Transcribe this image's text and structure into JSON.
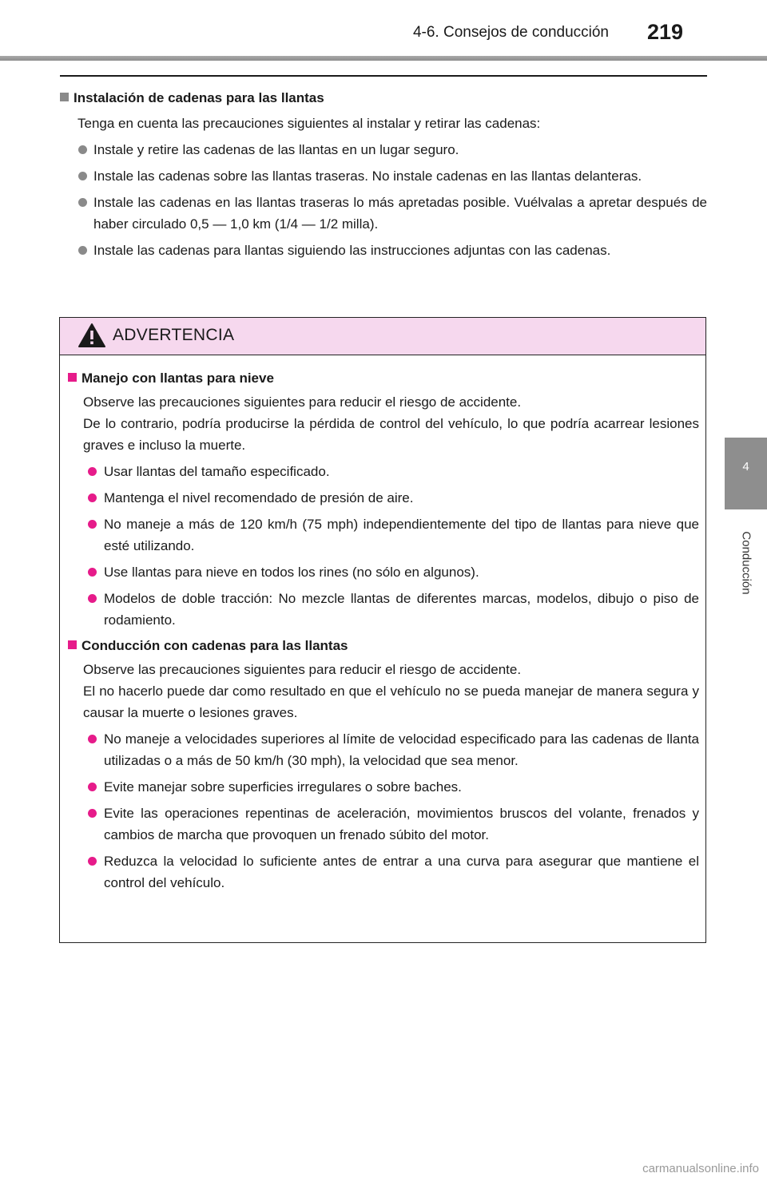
{
  "header": {
    "section": "4-6. Consejos de conducción",
    "page_number": "219"
  },
  "side_tab": {
    "number": "4",
    "label": "Conducción"
  },
  "chains_section": {
    "title": "Instalación de cadenas para las llantas",
    "intro": "Tenga en cuenta las precauciones siguientes al instalar y retirar las cadenas:",
    "bullets": [
      "Instale y retire las cadenas de las llantas en un lugar seguro.",
      "Instale las cadenas sobre las llantas traseras. No instale cadenas en las llantas delanteras.",
      "Instale las cadenas en las llantas traseras lo más apretadas posible. Vuélvalas a apretar después de haber circulado 0,5 — 1,0 km (1/4 — 1/2 milla).",
      "Instale las cadenas para llantas siguiendo las instrucciones adjuntas con las cadenas."
    ]
  },
  "warning": {
    "title": "ADVERTENCIA",
    "snow_tires": {
      "title": "Manejo con llantas para nieve",
      "intro_1": "Observe las precauciones siguientes para reducir el riesgo de accidente.",
      "intro_2": "De lo contrario, podría producirse la pérdida de control del vehículo, lo que podría acarrear lesiones graves e incluso la muerte.",
      "bullets": [
        "Usar llantas del tamaño especificado.",
        "Mantenga el nivel recomendado de presión de aire.",
        "No maneje a más de 120 km/h (75 mph) independientemente del tipo de llantas para nieve que esté utilizando.",
        "Use llantas para nieve en todos los rines (no sólo en algunos).",
        "Modelos de doble tracción: No mezcle llantas de diferentes marcas, modelos, dibujo o piso de rodamiento."
      ]
    },
    "chains_driving": {
      "title": "Conducción con cadenas para las llantas",
      "intro_1": "Observe las precauciones siguientes para reducir el riesgo de accidente.",
      "intro_2": "El no hacerlo puede dar como resultado en que el vehículo no se pueda manejar de manera segura y causar la muerte o lesiones graves.",
      "bullets": [
        "No maneje a velocidades superiores al límite de velocidad especificado para las cadenas de llanta utilizadas o a más de 50 km/h (30 mph), la velocidad que sea menor.",
        "Evite manejar sobre superficies irregulares o sobre baches.",
        "Evite las operaciones repentinas de aceleración, movimientos bruscos del volante, frenados y cambios de marcha que provoquen un frenado súbito del motor.",
        "Reduzca la velocidad lo suficiente antes de entrar a una curva para asegurar que mantiene el control del vehículo."
      ]
    }
  },
  "watermark": "carmanualsonline.info",
  "colors": {
    "accent": "#e61b8a",
    "warning_header_bg": "#f6d8ee",
    "bullet_gray": "#8a8a8a",
    "tab_gray": "#8e8e8e"
  }
}
